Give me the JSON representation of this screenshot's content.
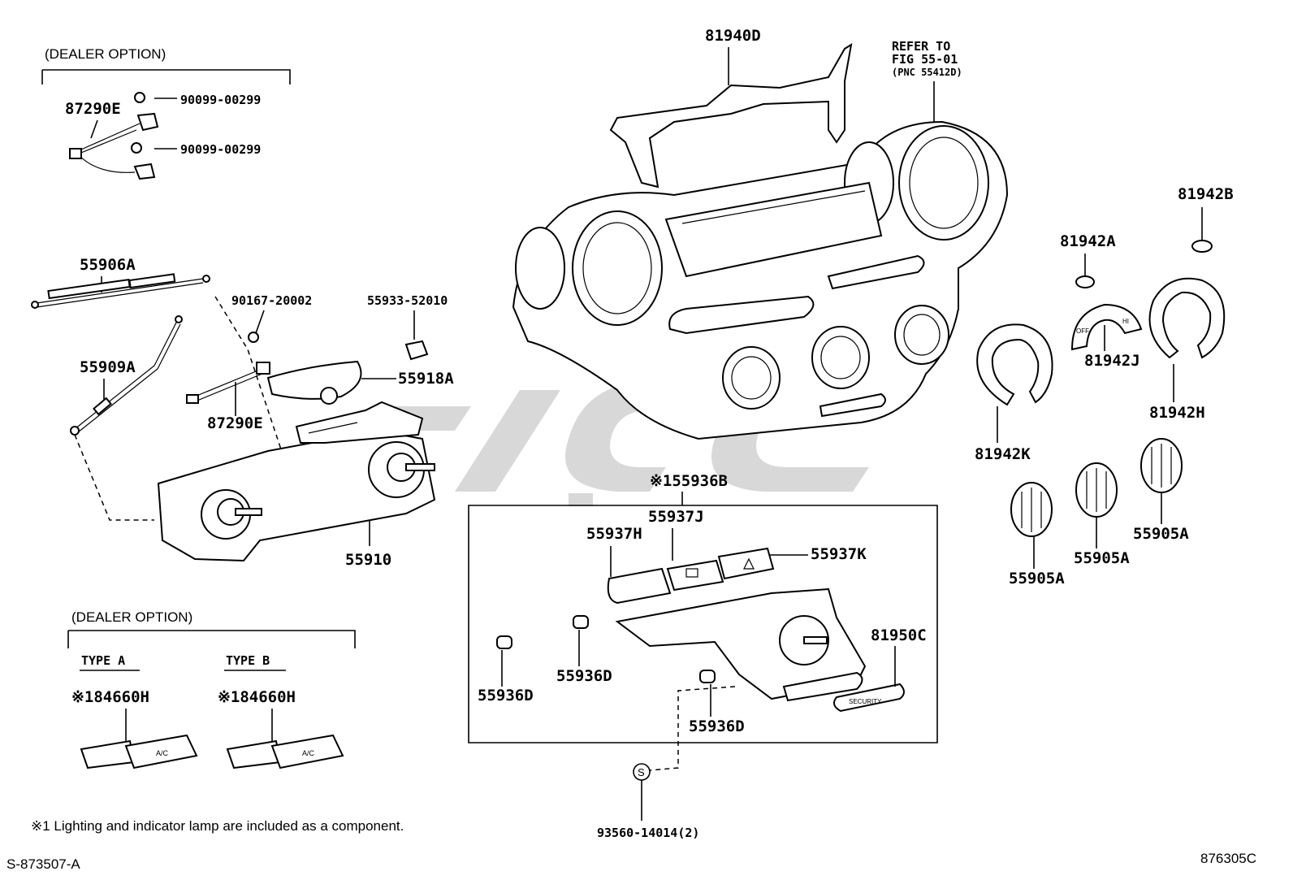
{
  "header": {
    "dealer_option_top": "(DEALER OPTION)",
    "dealer_option_bottom": "(DEALER OPTION)"
  },
  "refer": {
    "line1": "REFER TO",
    "line2": "FIG 55-01",
    "line3": "(PNC 55412D)"
  },
  "parts": {
    "p87290E_top": "87290E",
    "p90099_a": "90099-00299",
    "p90099_b": "90099-00299",
    "p55906A": "55906A",
    "p90167": "90167-20002",
    "p55933": "55933-52010",
    "p55909A": "55909A",
    "p55918A": "55918A",
    "p87290E_mid": "87290E",
    "p55910": "55910",
    "p81940D": "81940D",
    "p81942B": "81942B",
    "p81942A": "81942A",
    "p81942J": "81942J",
    "p81942H": "81942H",
    "p81942K": "81942K",
    "p55936B": "※155936B",
    "p55937J": "55937J",
    "p55937H": "55937H",
    "p55937K": "55937K",
    "p81950C": "81950C",
    "p55936D_a": "55936D",
    "p55936D_b": "55936D",
    "p55936D_c": "55936D",
    "p55905A_a": "55905A",
    "p55905A_b": "55905A",
    "p55905A_c": "55905A",
    "p93560": "93560-14014(2)",
    "type_a": "TYPE  A",
    "type_b": "TYPE  B",
    "p84660H_a": "※184660H",
    "p84660H_b": "※184660H"
  },
  "inline_marks": {
    "ac": "A/C",
    "security": "SECURITY",
    "off": "OFF",
    "hi": "HI",
    "screw_symbol": "S"
  },
  "footer": {
    "note": "※1 Lighting and indicator lamp are included as a component.",
    "left_code": "S-873507-A",
    "right_code": "876305C"
  }
}
